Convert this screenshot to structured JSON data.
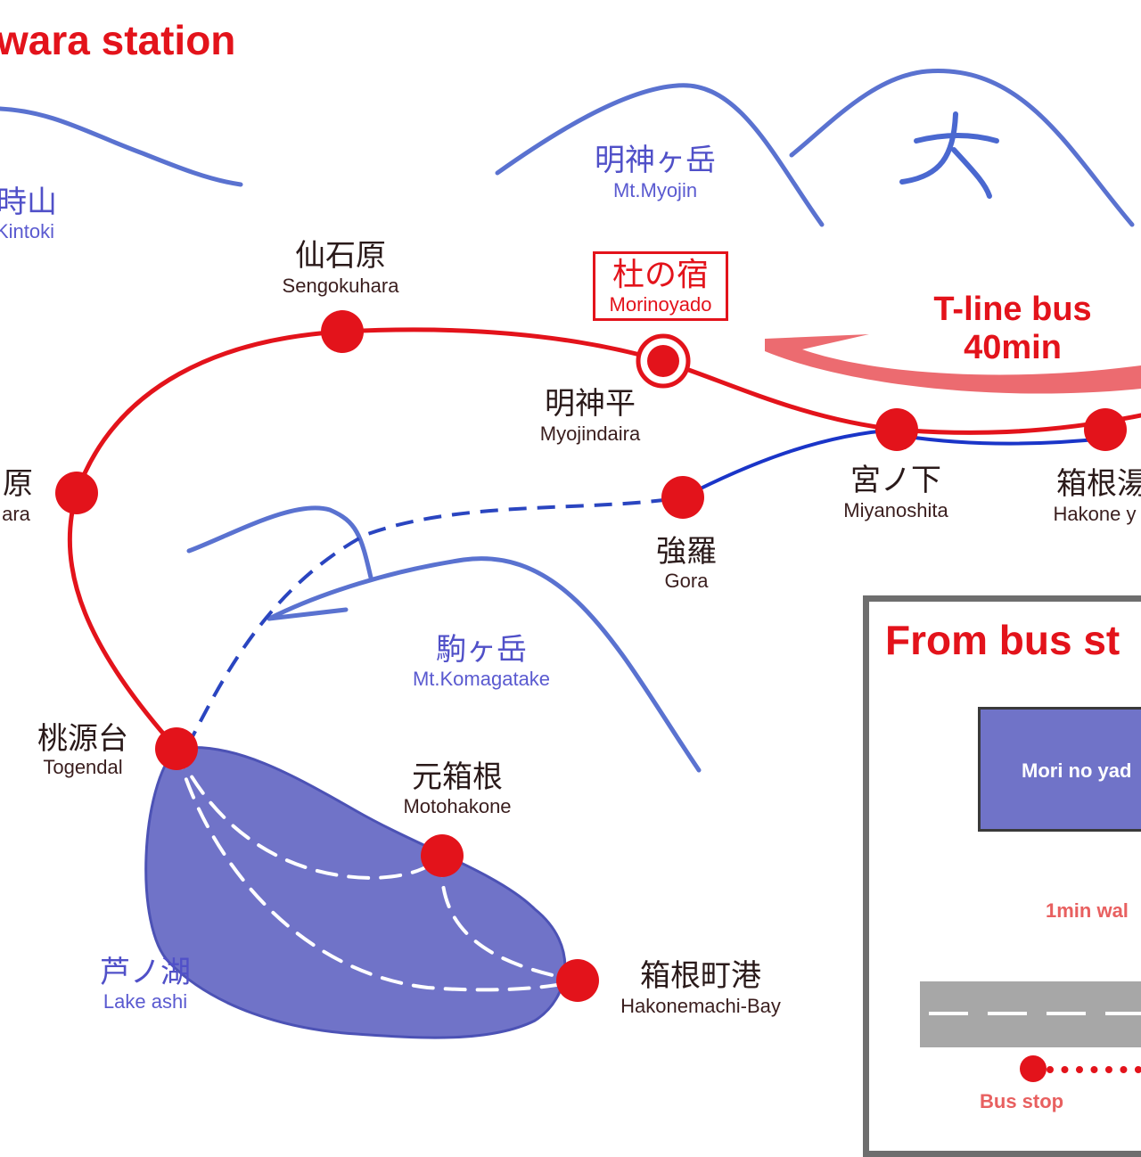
{
  "title": "wara station",
  "colors": {
    "red_line": "#e3131b",
    "blue_line": "#1a35c8",
    "lake": "#7073c8",
    "mountain": "#5a72d0"
  },
  "bus": {
    "line1": "T-line bus",
    "line2": "40min"
  },
  "highlight_stop": {
    "jp": "杜の宿",
    "en": "Morinoyado"
  },
  "mountains": {
    "kintoki": {
      "jp": "時山",
      "en": "Kintoki"
    },
    "myojin": {
      "jp": "明神ヶ岳",
      "en": "Mt.Myojin"
    },
    "daimonji": {
      "glyph": "大"
    },
    "komagatake": {
      "jp": "駒ヶ岳",
      "en": "Mt.Komagatake"
    }
  },
  "lake": {
    "jp": "芦ノ湖",
    "en": "Lake ashi"
  },
  "stations": {
    "sengokuhara": {
      "jp": "仙石原",
      "en": "Sengokuhara"
    },
    "myojindaira": {
      "jp": "明神平",
      "en": "Myojindaira"
    },
    "miyanoshita": {
      "jp": "宮ノ下",
      "en": "Miyanoshita"
    },
    "hakone_yumoto": {
      "jp": "箱根湯",
      "en": "Hakone y"
    },
    "gora": {
      "jp": "強羅",
      "en": "Gora"
    },
    "ubako": {
      "jp": "原",
      "en": "ara"
    },
    "togendai": {
      "jp": "桃源台",
      "en": "Togendal"
    },
    "motohakone": {
      "jp": "元箱根",
      "en": "Motohakone"
    },
    "hakonemachi": {
      "jp": "箱根町港",
      "en": "Hakonemachi-Bay"
    }
  },
  "inset": {
    "title": "From bus st",
    "building": "Mori no yad",
    "walk": "1min wal",
    "bus_stop": "Bus stop"
  }
}
